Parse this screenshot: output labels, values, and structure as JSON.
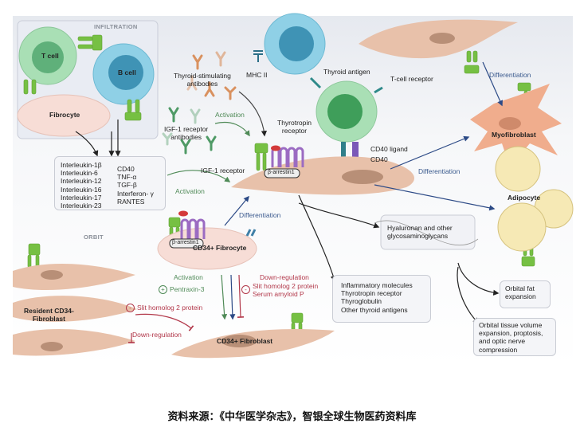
{
  "regions": {
    "infiltration": "INFILTRATION",
    "orbit": "ORBIT"
  },
  "cells": {
    "t_cell": "T cell",
    "b_cell": "B cell",
    "fibrocyte": "Fibrocyte",
    "myofibroblast": "Myofibroblast",
    "adipocyte": "Adipocyte",
    "cd34_fibrocyte": "CD34+ Fibrocyte",
    "cd34_fibroblast": "CD34+ Fibroblast",
    "resident_fibroblast": "Resident CD34-\nFibroblast"
  },
  "molecules": {
    "thyroid_stimulating_antibodies": "Thyroid-stimulating\nantibodies",
    "igf1_receptor_antibodies": "IGF-1 receptor\nantibodies",
    "mhc_ii": "MHC II",
    "thyroid_antigen": "Thyroid antigen",
    "t_cell_receptor": "T-cell receptor",
    "thyrotropin_receptor": "Thyrotropin\nreceptor",
    "igf1_receptor": "IGF-1 receptor",
    "cd40_ligand": "CD40 ligand",
    "cd40": "CD40",
    "beta_arrestin": "β-arrestin1"
  },
  "cytokines": {
    "left": [
      "Interleukin-1β",
      "Interleukin-6",
      "Interleukin-12",
      "Interleukin-16",
      "Interleukin-17",
      "Interleukin-23"
    ],
    "right": [
      "CD40",
      "TNF-α",
      "TGF-β",
      "Interferon- γ",
      "RANTES"
    ]
  },
  "processes": {
    "activation": "Activation",
    "differentiation": "Differentiation",
    "down_regulation": "Down-regulation"
  },
  "factors": {
    "pentraxin": "Pentraxin-3",
    "slit_left": "Slit homolog 2 protein",
    "slit_right": "Slit homolog 2 protein\nSerum amyloid P",
    "plus": "+",
    "minus": "-"
  },
  "outcomes": {
    "hyaluronan": "Hyaluronan and other\nglycosaminoglycans",
    "inflammatory": "Inflammatory molecules\nThyrotropin receptor\nThyroglobulin\nOther thyroid antigens",
    "orbital_fat": "Orbital fat\nexpansion",
    "orbital_volume": "Orbital tissue volume\nexpansion, proptosis,\nand optic nerve\ncompression"
  },
  "colors": {
    "activation": "#4f8a57",
    "differentiation": "#2c4a86",
    "down_regulation": "#b2384a",
    "fibroblast": "#e8c1aa",
    "t_cell": "#a9dfb5",
    "b_cell": "#8fd0e6",
    "receptor_green": "#76c043",
    "tshr_purple": "#9b6bc2"
  },
  "caption": "资料来源：《中华医学杂志》，智银全球生物医药资料库"
}
